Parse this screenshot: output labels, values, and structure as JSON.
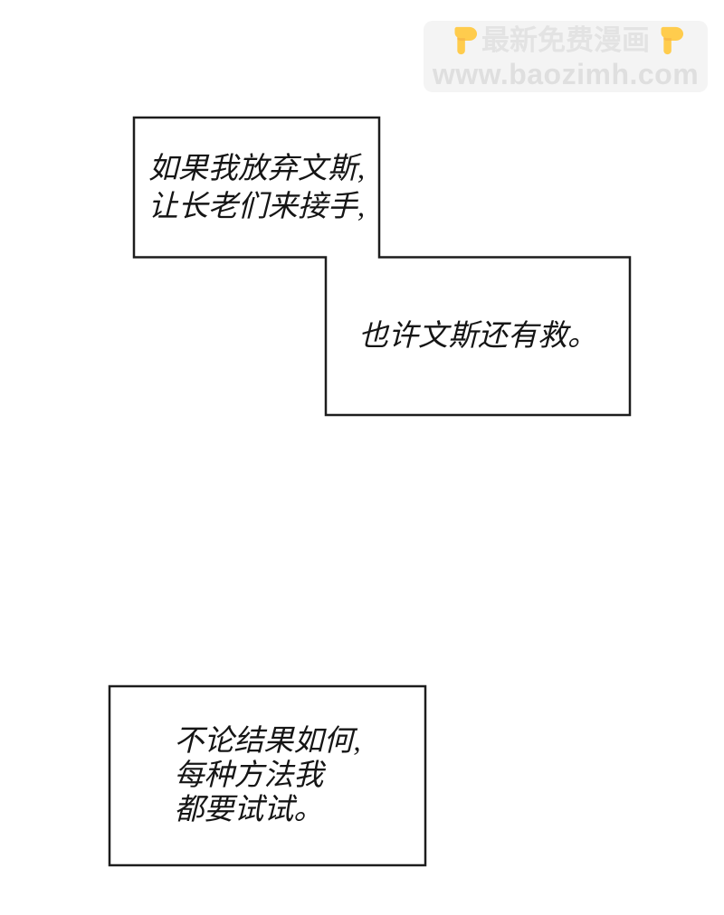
{
  "page": {
    "background_color": "#ffffff"
  },
  "watermark": {
    "title": "最新免费漫画",
    "url": "www.baozimh.com",
    "background_color": "#f4f4f4",
    "title_color": "#e3e3e3",
    "url_color": "#dfdfdf",
    "finger_icon": "backhand-index-pointing-down",
    "finger_color": "#ffcc4d"
  },
  "bubble_style": {
    "border_color": "#1d1d1d",
    "fill_color": "#ffffff",
    "text_color": "#151515"
  },
  "bubbles": [
    {
      "name": "bubble-1",
      "lines": [
        "如果我放弃文斯,",
        "让长老们来接手,"
      ]
    },
    {
      "name": "bubble-2",
      "lines": [
        "也许文斯还有救。"
      ]
    },
    {
      "name": "bubble-3",
      "lines": [
        "不论结果如何,",
        "每种方法我",
        "都要试试。"
      ]
    }
  ]
}
